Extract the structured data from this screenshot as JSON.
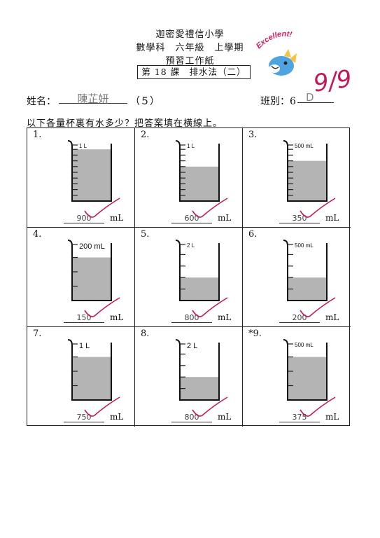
{
  "header": {
    "school": "迦密愛禮信小學",
    "subject_line": "數學科　六年級　上學期",
    "worksheet": "預習工作紙",
    "lesson": "第 18 課　排水法（二）"
  },
  "sticker": {
    "text": "Excellent!",
    "icon": "dinosaur-sticker-icon"
  },
  "score": "9/9",
  "student": {
    "name_label": "姓名：",
    "name_value": "陳芷妍",
    "class_no": "（５）",
    "class_label": "班別：6",
    "class_value": "D"
  },
  "instruction": "以下各量杯裏有水多少？把答案填在橫線上。",
  "unit": "mL",
  "questions": [
    {
      "num": "1.",
      "capacity": "1 L",
      "answer": "900",
      "fill": 0.9,
      "ticks": 10,
      "label_size": "small"
    },
    {
      "num": "2.",
      "capacity": "1 L",
      "answer": "600",
      "fill": 0.6,
      "ticks": 10,
      "label_size": "small"
    },
    {
      "num": "3.",
      "capacity": "500 mL",
      "answer": "350",
      "fill": 0.7,
      "ticks": 10,
      "label_size": "small"
    },
    {
      "num": "4.",
      "capacity": "200 mL",
      "answer": "150",
      "fill": 0.75,
      "ticks": 4,
      "label_size": "large"
    },
    {
      "num": "5.",
      "capacity": "2 L",
      "answer": "800",
      "fill": 0.4,
      "ticks": 5,
      "label_size": "small"
    },
    {
      "num": "6.",
      "capacity": "500 mL",
      "answer": "200",
      "fill": 0.4,
      "ticks": 5,
      "label_size": "small"
    },
    {
      "num": "7.",
      "capacity": "1 L",
      "answer": "750",
      "fill": 0.75,
      "ticks": 4,
      "label_size": "large"
    },
    {
      "num": "8.",
      "capacity": "2 L",
      "answer": "800",
      "fill": 0.4,
      "ticks": 5,
      "label_size": "large"
    },
    {
      "num": "*9.",
      "capacity": "500 mL",
      "answer": "375",
      "fill": 0.75,
      "ticks": 4,
      "label_size": "small"
    }
  ],
  "colors": {
    "water": "#b4b4b4",
    "ink": "#c2185b",
    "pencil": "#555555"
  }
}
